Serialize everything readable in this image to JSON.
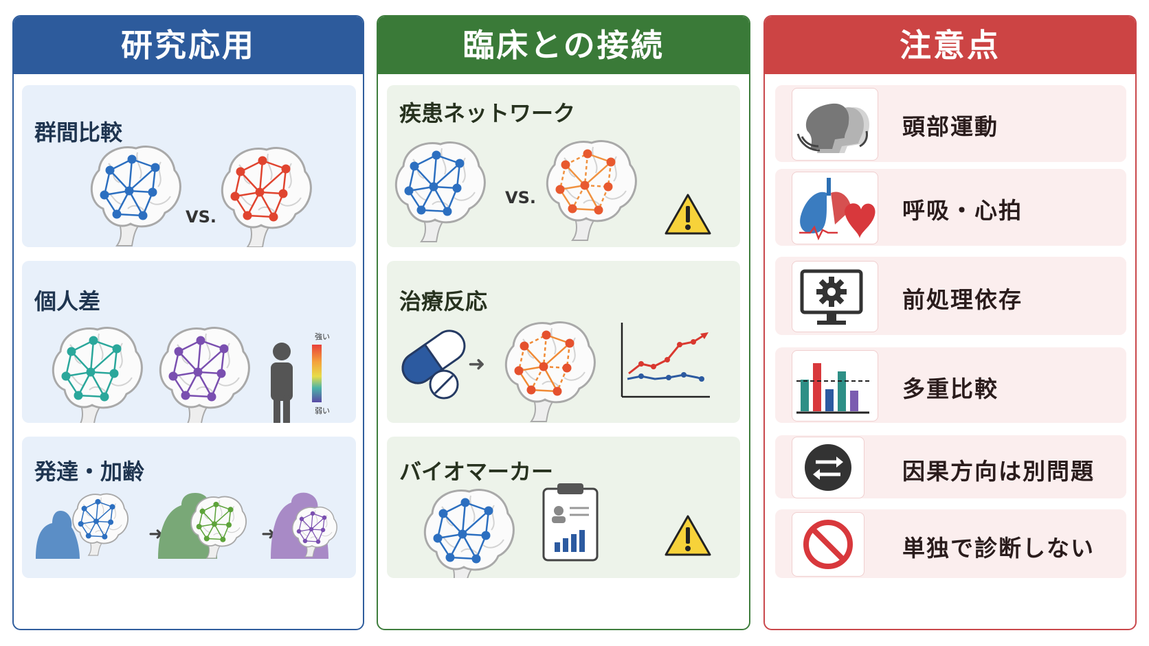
{
  "panels": {
    "research": {
      "title": "研究応用",
      "cards": [
        {
          "title": "群間比較",
          "vs": "VS."
        },
        {
          "title": "個人差",
          "scale_high": "強い",
          "scale_low": "弱い"
        },
        {
          "title": "発達・加齢"
        }
      ]
    },
    "clinical": {
      "title": "臨床との接続",
      "cards": [
        {
          "title": "疾患ネットワーク",
          "vs": "VS."
        },
        {
          "title": "治療反応"
        },
        {
          "title": "バイオマーカー"
        }
      ]
    },
    "caution": {
      "title": "注意点",
      "items": [
        {
          "label": "頭部運動",
          "icon": "head-motion-icon"
        },
        {
          "label": "呼吸・心拍",
          "icon": "lungs-heart-icon"
        },
        {
          "label": "前処理依存",
          "icon": "monitor-gear-icon"
        },
        {
          "label": "多重比較",
          "icon": "bar-chart-icon"
        },
        {
          "label": "因果方向は別問題",
          "icon": "swap-arrows-icon"
        },
        {
          "label": "単独で診断しない",
          "icon": "prohibited-icon"
        }
      ]
    }
  },
  "colors": {
    "research": "#2d5b9c",
    "clinical": "#3a7a38",
    "caution": "#cc4444"
  }
}
